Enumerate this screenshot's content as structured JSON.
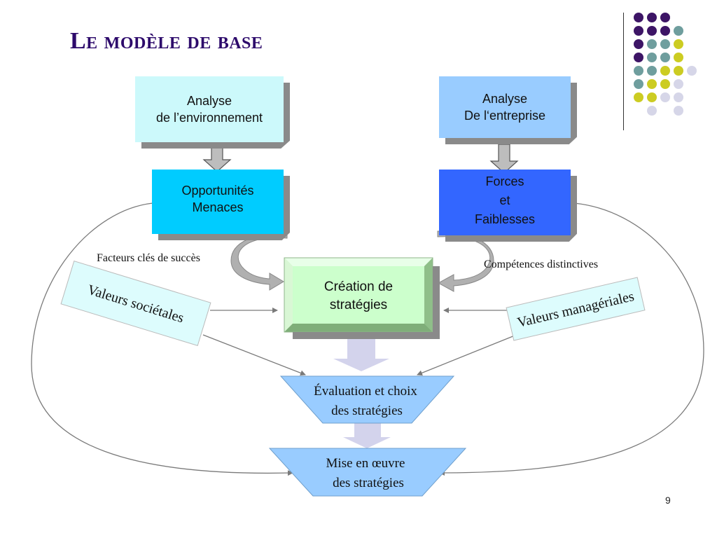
{
  "title": "Le modèle de base",
  "boxes": {
    "analyse_env": [
      "Analyse",
      "de l’environnement"
    ],
    "analyse_ent": [
      "Analyse",
      "De l‘entreprise"
    ],
    "opportunites": [
      "Opportunités",
      "Menaces"
    ],
    "forces": [
      "Forces",
      "et",
      "Faiblesses"
    ],
    "creation": [
      "Création de",
      "stratégies"
    ],
    "evaluation": [
      "Évaluation et choix",
      "des stratégies"
    ],
    "mise_en_oeuvre": [
      "Mise en œuvre",
      "des stratégies"
    ]
  },
  "labels": {
    "facteurs": "Facteurs clés de succès",
    "competences": "Compétences distinctives",
    "valeurs_societales": "Valeurs sociétales",
    "valeurs_manageriales": "Valeurs managériales"
  },
  "page_number": "9",
  "colors": {
    "title": "#2d0a6b",
    "analyse_env": "#ccf9fb",
    "analyse_ent": "#99ccff",
    "opportunites": "#00ccff",
    "forces": "#3366ff",
    "creation": "#ccffcc",
    "funnel": "#99ccff",
    "valeurs": "#ddfcfd",
    "dot_purple": "#3d1566",
    "dot_teal": "#6f9e9e",
    "dot_yellow": "#cccc22",
    "dot_lavender": "#d6d6e8"
  },
  "dot_grid": [
    [
      "purple",
      "purple",
      "purple",
      "",
      "",
      ""
    ],
    [
      "purple",
      "purple",
      "purple",
      "teal",
      "",
      ""
    ],
    [
      "purple",
      "teal",
      "teal",
      "yellow",
      "",
      ""
    ],
    [
      "purple",
      "teal",
      "teal",
      "yellow",
      "",
      ""
    ],
    [
      "teal",
      "teal",
      "yellow",
      "yellow",
      "lavender",
      ""
    ],
    [
      "teal",
      "yellow",
      "yellow",
      "lavender",
      "",
      ""
    ],
    [
      "yellow",
      "yellow",
      "lavender",
      "lavender",
      "",
      ""
    ],
    [
      "",
      "lavender",
      "",
      "lavender",
      "",
      ""
    ]
  ]
}
